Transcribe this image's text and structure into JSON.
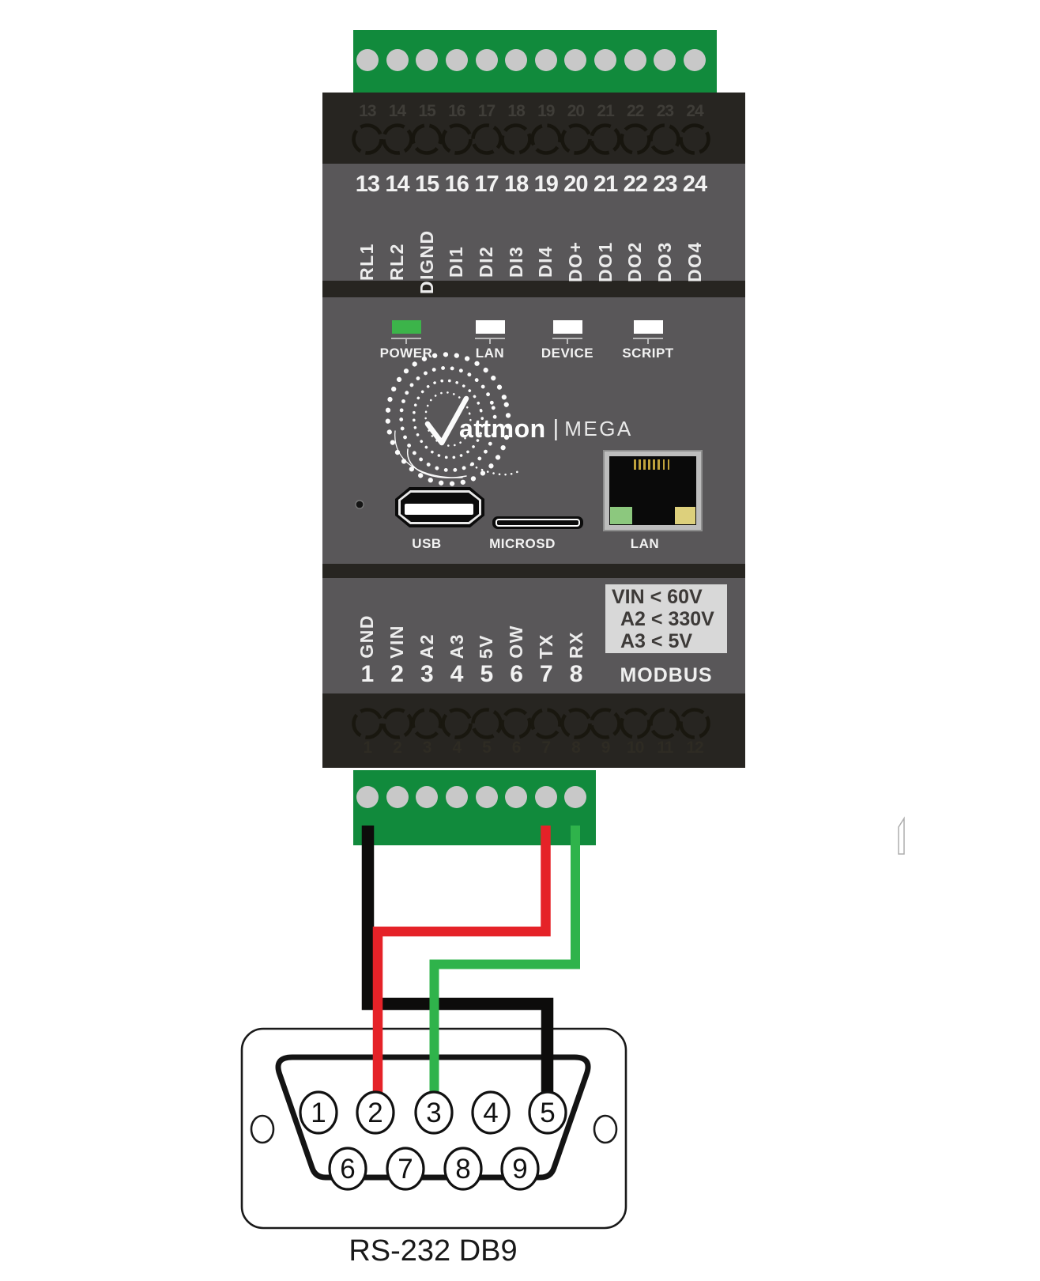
{
  "device": {
    "brand_text": "attmon",
    "brand_separator": "|",
    "model": "MEGA",
    "status_leds": [
      {
        "label": "POWER",
        "state": "on",
        "color": "#3cb44a"
      },
      {
        "label": "LAN",
        "state": "off",
        "color": "#ffffff"
      },
      {
        "label": "DEVICE",
        "state": "off",
        "color": "#ffffff"
      },
      {
        "label": "SCRIPT",
        "state": "off",
        "color": "#ffffff"
      }
    ],
    "ports": {
      "usb": "USB",
      "microsd": "MICROSD",
      "lan": "LAN"
    },
    "top_terminal_numbers": [
      "13",
      "14",
      "15",
      "16",
      "17",
      "18",
      "19",
      "20",
      "21",
      "22",
      "23",
      "24"
    ],
    "top_terminal_labels": [
      "RL1",
      "RL2",
      "DIGND",
      "DI1",
      "DI2",
      "DI3",
      "DI4",
      "DO+",
      "DO1",
      "DO2",
      "DO3",
      "DO4"
    ],
    "io_terminal_labels": [
      "GND",
      "VIN",
      "A2",
      "A3",
      "5V",
      "OW",
      "TX",
      "RX"
    ],
    "io_terminal_numbers": [
      "1",
      "2",
      "3",
      "4",
      "5",
      "6",
      "7",
      "8"
    ],
    "bottom_row_numbers": [
      "1",
      "2",
      "3",
      "4",
      "5",
      "6",
      "7",
      "8",
      "9",
      "10",
      "11",
      "12"
    ],
    "ratings": [
      "VIN < 60V",
      "A2 < 330V",
      "A3 < 5V"
    ],
    "bus_label": "MODBUS"
  },
  "connector": {
    "label": "RS-232 DB9",
    "top_pins": [
      "1",
      "2",
      "3",
      "4",
      "5"
    ],
    "bottom_pins": [
      "6",
      "7",
      "8",
      "9"
    ]
  },
  "wires": [
    {
      "name": "black-wire",
      "color": "#0d0c0b",
      "from": "terminal 1 (GND)",
      "to": "DB9 pin 5"
    },
    {
      "name": "red-wire",
      "color": "#e52228",
      "from": "terminal 7 (TX)",
      "to": "DB9 pin 2"
    },
    {
      "name": "green-wire",
      "color": "#2fb34b",
      "from": "terminal 8 (RX)",
      "to": "DB9 pin 3"
    }
  ],
  "colors": {
    "terminal_block_green": "#118a3c",
    "device_body_gray": "#595759",
    "device_band_dark": "#272521",
    "screw_gray": "#c8c8c8",
    "led_on_green": "#3cb44a",
    "ratings_bg": "#d8d8d8",
    "rj45_led_green": "#8cc87e",
    "rj45_led_yellow": "#ddd07c"
  }
}
